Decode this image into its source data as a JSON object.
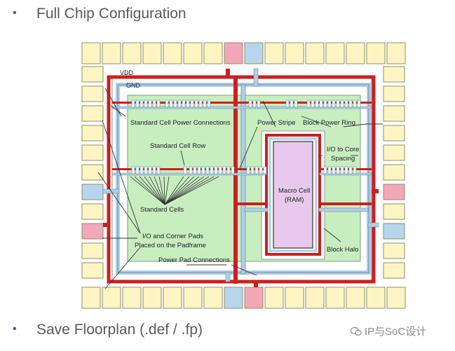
{
  "bullets": {
    "first": "Full Chip Configuration",
    "second": "Save Floorplan (.def / .fp)"
  },
  "diagram": {
    "vdd": "VDD",
    "gnd": "GND",
    "std_cell_power": "Standard Cell Power Connections",
    "power_stripe": "Power Stripe",
    "block_power_ring": "Block Power Ring",
    "std_cell_row": "Standard Cell Row",
    "io_to_core_line1": "I/O to Core",
    "io_to_core_line2": "Spacing",
    "macro_line1": "Macro Cell",
    "macro_line2": "(RAM)",
    "std_cells": "Standard Cells",
    "io_pads_line1": "I/O and Corner Pads",
    "io_pads_line2": "Placed on the Padframe",
    "block_halo": "Block Halo",
    "power_pad": "Power Pad Connections"
  },
  "colors": {
    "pad": "#fdf6c3",
    "pad_stroke": "#8f8f6a",
    "core": "#c8eec0",
    "vdd": "#cc1f1f",
    "gnd": "#aecfe6",
    "macro": "#e8c8ec",
    "power_pad_pink": "#f4a7b9",
    "power_pad_blue": "#b7d6ee"
  },
  "watermark": "IP与SoC设计"
}
